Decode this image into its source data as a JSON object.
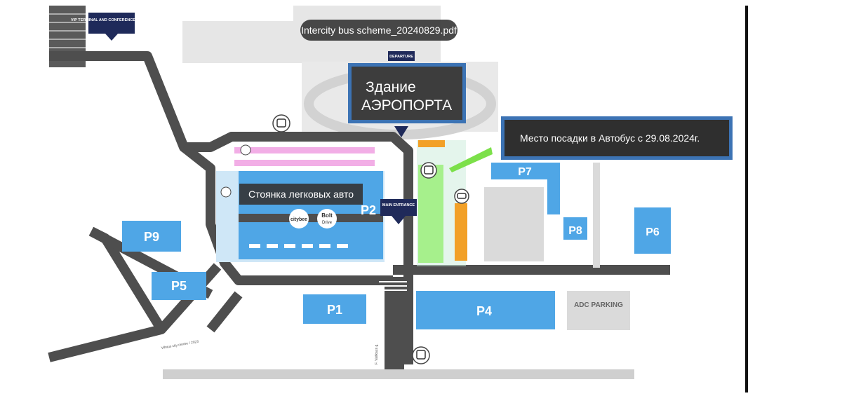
{
  "document": {
    "filename": "Intercity bus scheme_20240829.pdf"
  },
  "callouts": {
    "airport_line1": "Здание",
    "airport_line2": "АЭРОПОРТА",
    "boarding": "Место посадки в Автобус с 29.08.2024г.",
    "car_parking": "Стоянка легковых авто"
  },
  "map_labels": {
    "vip": "VIP TERMINAL AND CONFERENCE CENTRE",
    "departure": "DEPARTURE",
    "main_entrance": "MAIN ENTRANCE",
    "p1": "P1",
    "p2": "P2",
    "p4": "P4",
    "p5": "P5",
    "p6": "P6",
    "p7": "P7",
    "p8": "P8",
    "p9": "P9",
    "adc_parking": "ADC PARKING",
    "citybee": "citybee",
    "bolt": "Bolt",
    "bolt_sub": "Drive",
    "street1": "Vilnius city centre / 2023",
    "street2": "F. Vaitkaus g."
  },
  "colors": {
    "parking_blue": "#4fa6e6",
    "road": "#4e4e4e",
    "accent_frame": "#3c73b4",
    "bus_zone": "#a6f08c",
    "orange_zone": "#f2a027",
    "pink_lane": "#f2aee6",
    "grey_block": "#dadada"
  },
  "icons": [
    "bus-icon",
    "taxi-icon",
    "accessible-icon",
    "train-icon",
    "arrow-icon"
  ]
}
